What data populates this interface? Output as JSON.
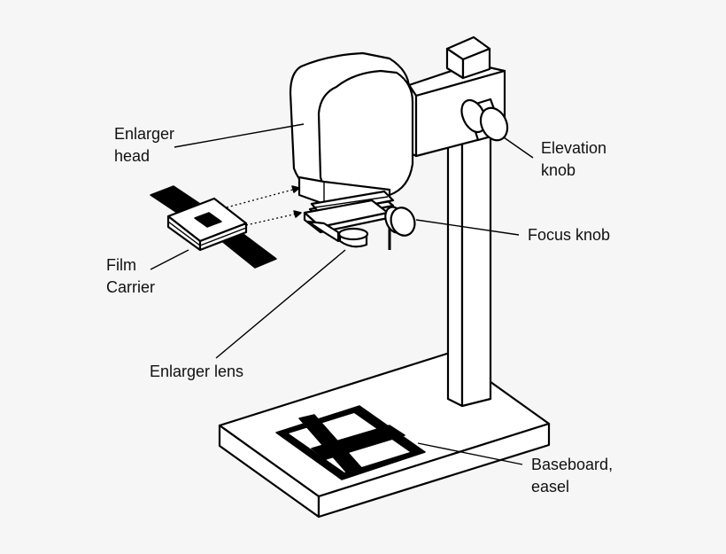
{
  "labels": {
    "enlarger_head": [
      "Enlarger",
      "head"
    ],
    "film_carrier": [
      "Film",
      "Carrier"
    ],
    "enlarger_lens": "Enlarger lens",
    "elevation_knob": [
      "Elevation",
      "knob"
    ],
    "focus_knob": "Focus knob",
    "baseboard": [
      "Baseboard,",
      "easel"
    ]
  },
  "colors": {
    "background": "#f6f6f6",
    "line": "#000000",
    "fill": "#ffffff"
  }
}
